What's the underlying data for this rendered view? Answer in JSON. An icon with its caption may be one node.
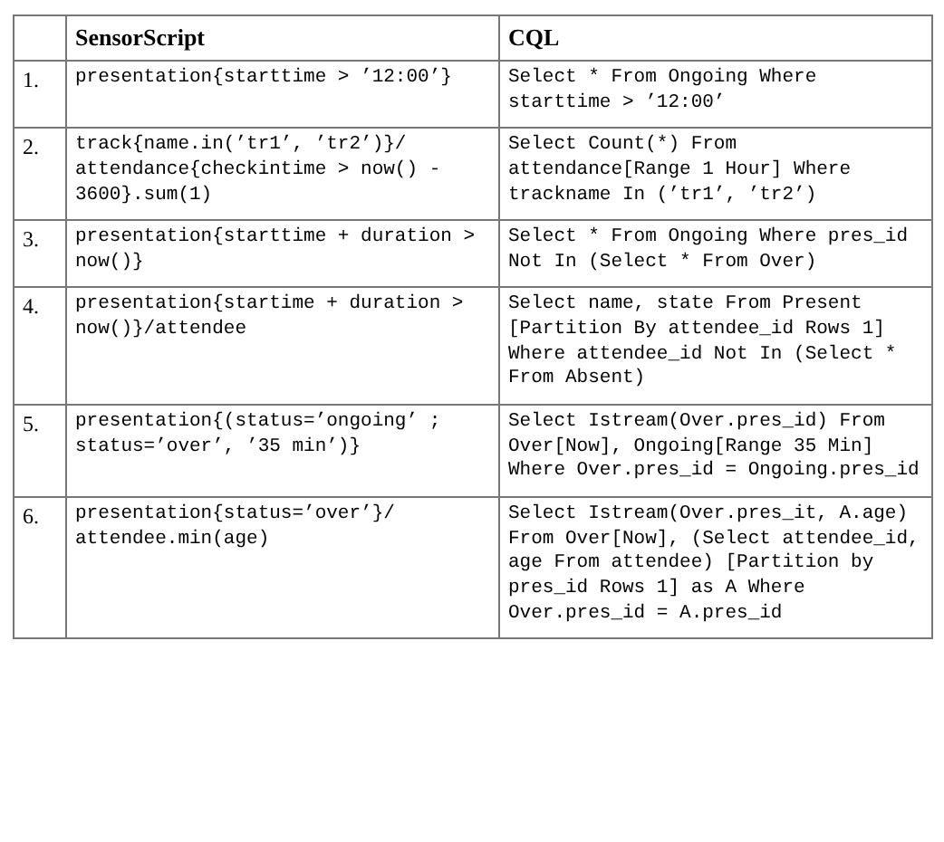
{
  "diagram": {
    "labels": [
      "SensorScript",
      "CQL",
      "1.",
      "presentation{starttime > ’12:00’}",
      "Select * From Ongoing Where starttime > ’12:00’",
      "2.",
      "track{name.in(’tr1’, ’tr2’)}/ attendance{checkintime > now() - 3600}.sum(1)",
      "Select Count(*) From attendance[Range 1 Hour] Where trackname In (’tr1’, ’tr2’)",
      "3.",
      "presentation{starttime + duration > now()}",
      "Select * From Ongoing Where pres_id Not In (Select * From Over)",
      "4.",
      "presentation{startime + duration > now()}/attendee",
      "Select name, state From Present [Partition By attendee_id Rows 1] Where attendee_id Not In (Select * From Absent)",
      "5.",
      "presentation{(status=’ongoing’ ; status=’over’, ’35 min’)}",
      "Select Istream(Over.pres_id) From Over[Now], Ongoing[Range 35 Min] Where Over.pres_id = Ongoing.pres_id",
      "6.",
      "presentation{status=’over’}/ attendee.min(age)",
      "Select Istream(Over.pres_it, A.age) From Over[Now], (Select attendee_id, age From attendee) [Partition by pres_id Rows 1] as A Where Over.pres_id = A.pres_id"
    ]
  }
}
